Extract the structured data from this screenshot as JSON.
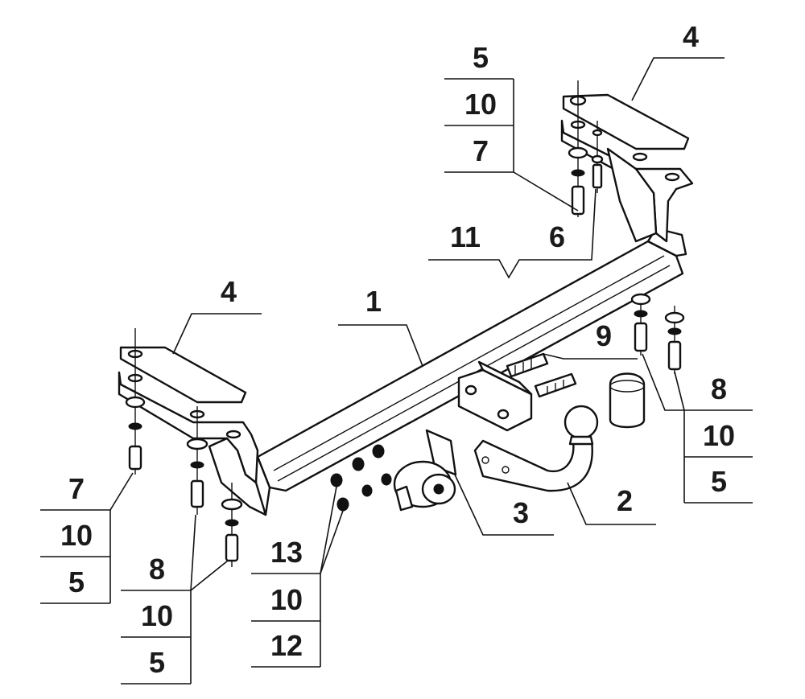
{
  "callouts": {
    "c1": "1",
    "c2": "2",
    "c3": "3",
    "c4_left": "4",
    "c4_right": "4",
    "c6": "6",
    "c9": "9",
    "c11": "11",
    "stack_top": [
      "5",
      "10",
      "7"
    ],
    "stack_right": [
      "8",
      "10",
      "5"
    ],
    "stack_left_a": [
      "7",
      "10",
      "5"
    ],
    "stack_left_b": [
      "8",
      "10",
      "5"
    ],
    "stack_bottom": [
      "13",
      "10",
      "12"
    ]
  }
}
